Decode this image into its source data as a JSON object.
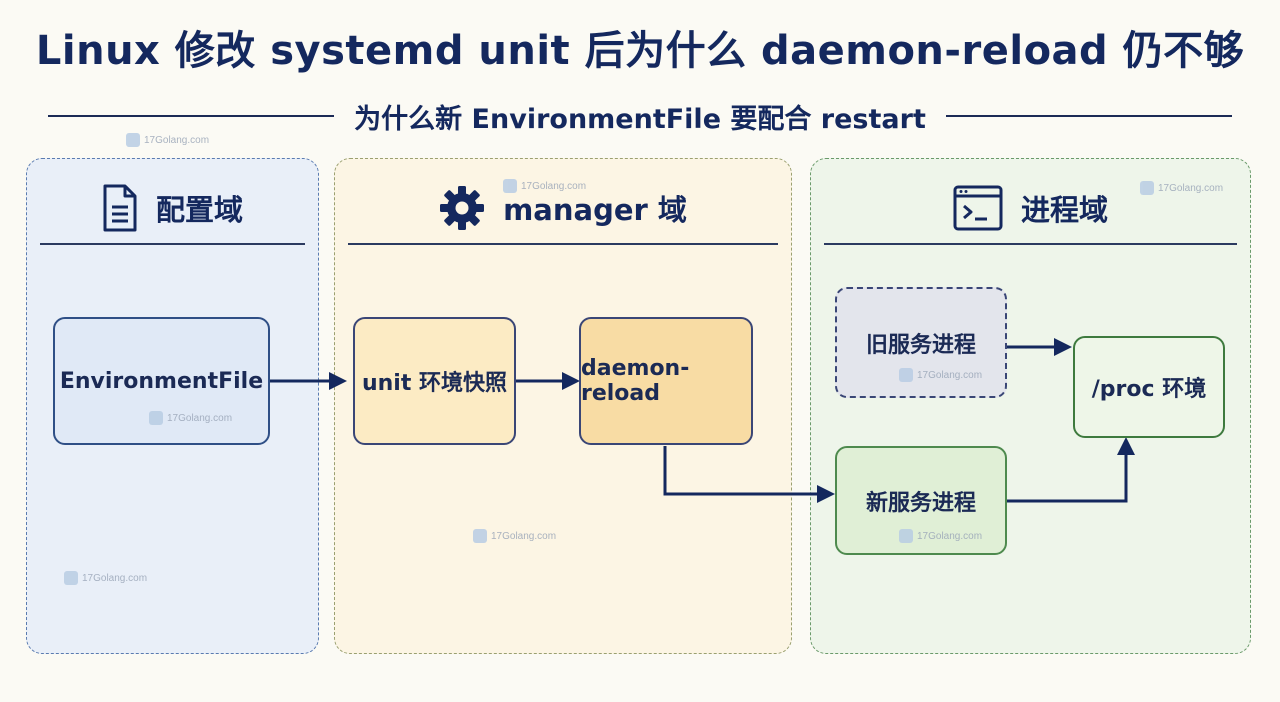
{
  "title": "Linux 修改 systemd unit 后为什么 daemon-reload 仍不够",
  "subtitle": "为什么新 EnvironmentFile 要配合 restart",
  "panels": {
    "config": {
      "label": "配置域",
      "icon": "document-icon"
    },
    "manager": {
      "label": "manager 域",
      "icon": "gear-icon"
    },
    "process": {
      "label": "进程域",
      "icon": "terminal-icon"
    }
  },
  "nodes": {
    "env_file": "EnvironmentFile",
    "unit_snapshot": "unit 环境快照",
    "daemon_reload": "daemon-reload",
    "old_process": "旧服务进程",
    "new_process": "新服务进程",
    "proc_env": "/proc 环境"
  },
  "watermark": "17Golang.com",
  "colors": {
    "primary": "#14285e",
    "config_bg": "#e9eff8",
    "manager_bg": "#fcf5e4",
    "process_bg": "#eef5ea"
  }
}
